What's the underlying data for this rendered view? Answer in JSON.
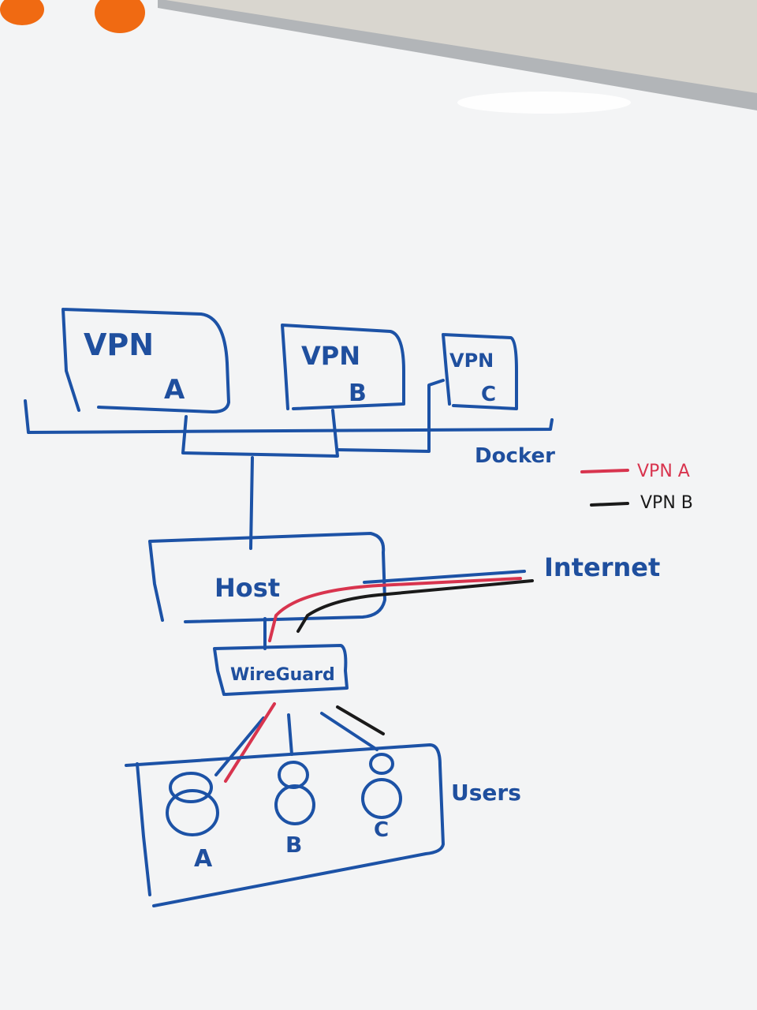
{
  "colors": {
    "board": "#f4f5f6",
    "marker_blue": "#1c52a6",
    "marker_red": "#d8344e",
    "marker_black": "#1a1a1a",
    "magnet": "#f06a12",
    "frame": "#a9acaf"
  },
  "nodes": {
    "vpn_a": {
      "line1": "VPN",
      "line2": "A"
    },
    "vpn_b": {
      "line1": "VPN",
      "line2": "B"
    },
    "vpn_c": {
      "line1": "VPN",
      "line2": "C"
    },
    "docker": "Docker",
    "host": "Host",
    "internet": "Internet",
    "wireguard": "WireGuard",
    "users": "Users",
    "user_a": "A",
    "user_b": "B",
    "user_c": "C"
  },
  "legend": [
    {
      "label": "VPN A",
      "color": "#d8344e"
    },
    {
      "label": "VPN B",
      "color": "#1a1a1a"
    }
  ]
}
